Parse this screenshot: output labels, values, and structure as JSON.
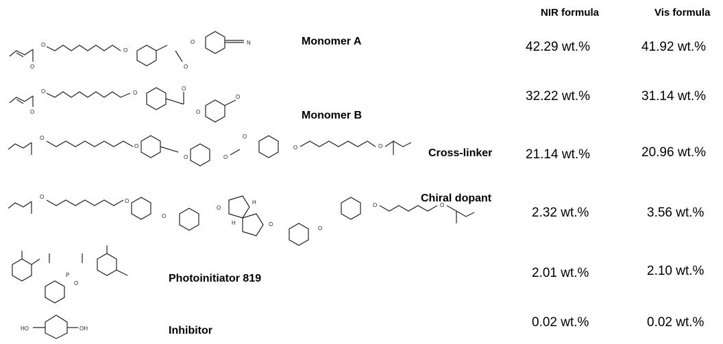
{
  "headers": {
    "nir": "NIR formula",
    "vis": "Vis formula"
  },
  "rows": [
    {
      "name": "Monomer A",
      "nir": "42.29 wt.%",
      "vis": "41.92 wt.%"
    },
    {
      "name": "Monomer B",
      "nir": "32.22 wt.%",
      "vis": "31.14 wt.%"
    },
    {
      "name": "Cross-linker",
      "nir": "21.14 wt.%",
      "vis": "20.96 wt.%"
    },
    {
      "name": "Chiral dopant",
      "nir": "2.32 wt.%",
      "vis": "3.56 wt.%"
    },
    {
      "name": "Photoinitiator 819",
      "nir": "2.01 wt.%",
      "vis": "2.10 wt.%"
    },
    {
      "name": "Inhibitor",
      "nir": "0.02 wt.%",
      "vis": "0.02 wt.%"
    }
  ],
  "atoms": {
    "oxygen": "O",
    "nitrogen": "N",
    "hydroxyl": "HO",
    "hydroxyl_r": "OH",
    "phosphorus": "P",
    "hydrogen": "H"
  }
}
